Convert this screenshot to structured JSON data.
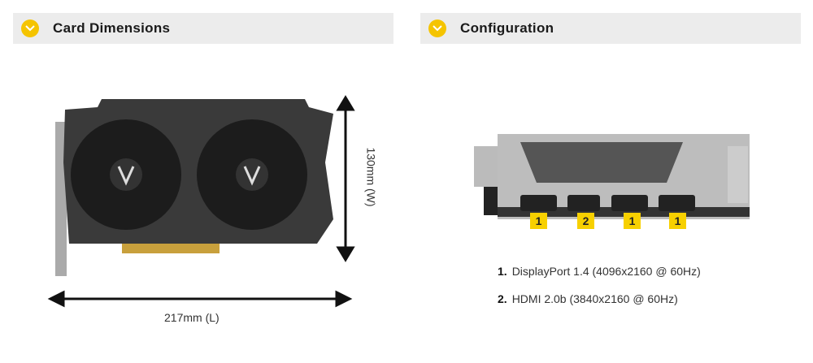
{
  "sections": [
    {
      "title": "Card Dimensions"
    },
    {
      "title": "Configuration"
    }
  ],
  "dimensions": {
    "height": "130mm (W)",
    "length": "217mm (L)"
  },
  "ports": [
    "1",
    "2",
    "1",
    "1"
  ],
  "specs": [
    {
      "num": "1.",
      "text": "DisplayPort 1.4 (4096x2160 @ 60Hz)"
    },
    {
      "num": "2.",
      "text": "HDMI 2.0b (3840x2160 @ 60Hz)"
    }
  ],
  "colors": {
    "accent": "#f5c400",
    "header_bg": "#ececec"
  }
}
